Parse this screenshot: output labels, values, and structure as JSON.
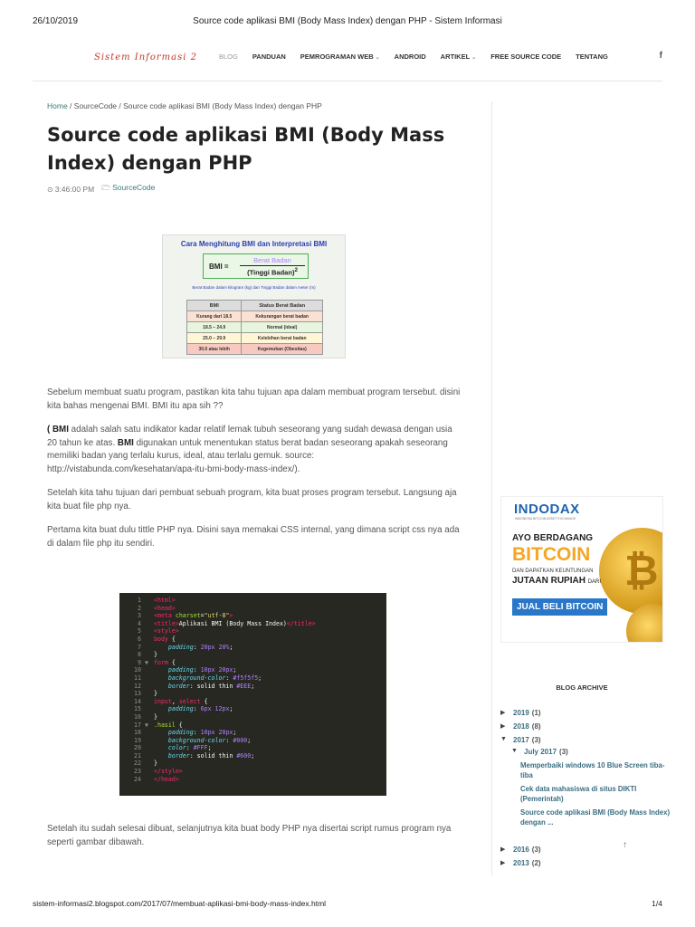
{
  "print": {
    "date": "26/10/2019",
    "title": "Source code aplikasi BMI (Body Mass Index) dengan PHP - Sistem Informasi",
    "url": "sistem-informasi2.blogspot.com/2017/07/membuat-aplikasi-bmi-body-mass-index.html",
    "page": "1/4"
  },
  "header": {
    "logo_text": "Sistem Informasi 2",
    "nav": [
      {
        "label": "BLOG",
        "active": true,
        "dropdown": false
      },
      {
        "label": "PANDUAN",
        "active": false,
        "dropdown": false
      },
      {
        "label": "PEMROGRAMAN WEB",
        "active": false,
        "dropdown": true
      },
      {
        "label": "ANDROID",
        "active": false,
        "dropdown": false
      },
      {
        "label": "ARTIKEL",
        "active": false,
        "dropdown": true
      },
      {
        "label": "FREE SOURCE CODE",
        "active": false,
        "dropdown": false
      },
      {
        "label": "TENTANG",
        "active": false,
        "dropdown": false
      }
    ],
    "social_icon": "f"
  },
  "breadcrumb": {
    "home": "Home",
    "sep": " / ",
    "section": "SourceCode",
    "current": "Source code aplikasi BMI (Body Mass Index) dengan PHP"
  },
  "post": {
    "title": "Source code aplikasi BMI (Body Mass Index) dengan PHP",
    "time": "3:46:00 PM",
    "label": "SourceCode"
  },
  "bmi_image": {
    "title": "Cara Menghitung BMI dan Interpretasi BMI",
    "formula_label": "BMI =",
    "numerator": "Berat Badan",
    "denominator": "(Tinggi Badan)",
    "exponent": "2",
    "note": "Berat Badan dalam kilogram (kg) dan Tinggi Badan dalam meter (m)",
    "headers": [
      "BMI",
      "Status Berat Badan"
    ],
    "rows": [
      [
        "Kurang dari 18.5",
        "Kekurangan berat badan"
      ],
      [
        "18.5 – 24.9",
        "Normal (ideal)"
      ],
      [
        "25.0 – 29.9",
        "Kelebihan berat badan"
      ],
      [
        "30.0 atau lebih",
        "Kegemukan (Obesitas)"
      ]
    ]
  },
  "article": {
    "p1": "Sebelum membuat suatu program, pastikan kita tahu tujuan apa dalam membuat program tersebut. disini kita bahas mengenai BMI. BMI itu apa sih ??",
    "p2_open": "( BMI",
    "p2_a": " adalah salah satu indikator kadar relatif lemak tubuh seseorang yang sudah dewasa dengan usia 20 tahun ke atas. ",
    "p2_bold": "BMI",
    "p2_b": " digunakan untuk menentukan status berat badan seseorang apakah seseorang memiliki badan yang terlalu kurus, ideal, atau terlalu gemuk. source: http://vistabunda.com/kesehatan/apa-itu-bmi-body-mass-index/).",
    "p3": "Setelah kita tahu tujuan dari pembuat sebuah program, kita buat proses program tersebut. Langsung aja kita buat file php nya.",
    "p4": "Pertama kita buat dulu tittle PHP nya. Disini saya memakai CSS internal, yang dimana script css nya ada di dalam file php itu sendiri.",
    "p5": " Setelah itu sudah selesai dibuat, selanjutnya kita buat body PHP nya disertai script rumus program nya seperti gambar dibawah."
  },
  "code_lines": [
    {
      "n": "1",
      "f": "",
      "html": "<span class=\"tag\">&lt;html&gt;</span>"
    },
    {
      "n": "2",
      "f": "",
      "html": "<span class=\"tag\">&lt;head&gt;</span>"
    },
    {
      "n": "3",
      "f": "",
      "html": "<span class=\"tag\">&lt;meta</span> <span class=\"attr\">charset</span>=<span class=\"str\">\"utf-8\"</span><span class=\"tag\">&gt;</span>"
    },
    {
      "n": "4",
      "f": "",
      "html": "<span class=\"tag\">&lt;title&gt;</span>Aplikasi BMI (Body Mass Index)<span class=\"tag\">&lt;/title&gt;</span>"
    },
    {
      "n": "5",
      "f": "",
      "html": "<span class=\"tag\">&lt;style&gt;</span>"
    },
    {
      "n": "6",
      "f": "",
      "html": "<span class=\"tag\">body</span> {"
    },
    {
      "n": "7",
      "f": "",
      "html": "    <span class=\"prop\">padding</span>: <span class=\"num\">20px</span> <span class=\"num\">20%</span>;"
    },
    {
      "n": "8",
      "f": "",
      "html": "}"
    },
    {
      "n": "9",
      "f": "▼",
      "html": "<span class=\"tag\">form</span> {"
    },
    {
      "n": "10",
      "f": "",
      "html": "    <span class=\"prop\">padding</span>: <span class=\"num\">10px</span> <span class=\"num\">20px</span>;"
    },
    {
      "n": "11",
      "f": "",
      "html": "    <span class=\"prop\">background-color</span>: <span class=\"num\">#f5f5f5</span>;"
    },
    {
      "n": "12",
      "f": "",
      "html": "    <span class=\"prop\">border</span>: solid thin <span class=\"num\">#EEE</span>;"
    },
    {
      "n": "13",
      "f": "",
      "html": "}"
    },
    {
      "n": "14",
      "f": "",
      "html": "<span class=\"tag\">input</span>, <span class=\"tag\">select</span> {"
    },
    {
      "n": "15",
      "f": "",
      "html": "    <span class=\"prop\">padding</span>: <span class=\"num\">6px</span> <span class=\"num\">12px</span>;"
    },
    {
      "n": "16",
      "f": "",
      "html": "}"
    },
    {
      "n": "17",
      "f": "▼",
      "html": "<span class=\"attr\">.hasil</span> {"
    },
    {
      "n": "18",
      "f": "",
      "html": "    <span class=\"prop\">padding</span>: <span class=\"num\">10px</span> <span class=\"num\">20px</span>;"
    },
    {
      "n": "19",
      "f": "",
      "html": "    <span class=\"prop\">background-color</span>: <span class=\"num\">#000</span>;"
    },
    {
      "n": "20",
      "f": "",
      "html": "    <span class=\"prop\">color</span>: <span class=\"num\">#FFF</span>;"
    },
    {
      "n": "21",
      "f": "",
      "html": "    <span class=\"prop\">border</span>: solid thin <span class=\"num\">#600</span>;"
    },
    {
      "n": "22",
      "f": "",
      "html": "}"
    },
    {
      "n": "23",
      "f": "",
      "html": "<span class=\"tag\">&lt;/style&gt;</span>"
    },
    {
      "n": "24",
      "f": "",
      "html": "<span class=\"tag\">&lt;/head&gt;</span>"
    }
  ],
  "ad": {
    "logo": "INDODAX",
    "sub": "INDONESIA BITCOIN ASSET EXCHANGE",
    "line1": "AYO BERDAGANG",
    "line2": "BITCOIN",
    "line3": "DAN DAPATKAN KEUNTUNGAN",
    "line4": "JUTAAN RUPIAH",
    "line4b": "DARI",
    "button": "JUAL BELI BITCOIN"
  },
  "archive": {
    "title": "BLOG ARCHIVE",
    "y2019": {
      "year": "2019",
      "count": "(1)"
    },
    "y2018": {
      "year": "2018",
      "count": "(8)"
    },
    "y2017": {
      "year": "2017",
      "count": "(3)"
    },
    "month": {
      "name": "July 2017",
      "count": "(3)"
    },
    "posts": [
      "Memperbaiki windows 10 Blue Screen tiba-tiba",
      "Cek data mahasiswa di situs DIKTI (Pemerintah)",
      "Source code aplikasi BMI (Body Mass Index) dengan ..."
    ],
    "y2016": {
      "year": "2016",
      "count": "(3)"
    },
    "y2013": {
      "year": "2013",
      "count": "(2)"
    }
  },
  "back_to_top": "↑"
}
